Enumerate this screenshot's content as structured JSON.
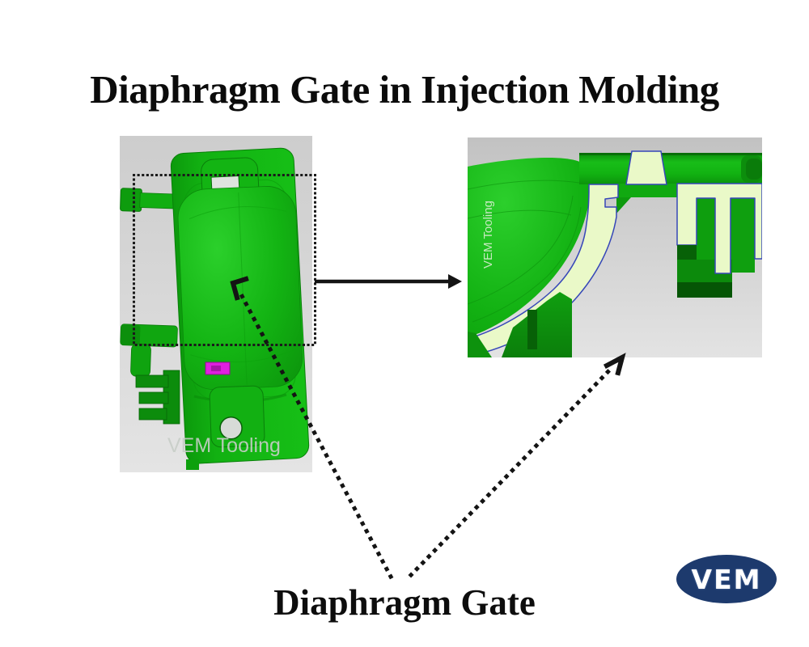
{
  "title": "Diaphragm Gate in Injection Molding",
  "caption": "Diaphragm Gate",
  "panels": {
    "part_view": {
      "watermark": "VEM Tooling"
    },
    "section_view": {
      "watermark": "VEM Tooling"
    }
  },
  "logo": {
    "text": "VEM",
    "background": "#1d3a6d",
    "color": "#ffffff"
  },
  "colors": {
    "part_green": "#12b212",
    "part_green_dark": "#0a7f0a",
    "section_fill": "#eaf9c8",
    "section_outline": "#3647b8",
    "gate_marker_magenta": "#e01fe0",
    "background_gray": "#d6d6d6",
    "arrow_black": "#141414",
    "logo_navy": "#1d3a6d"
  }
}
